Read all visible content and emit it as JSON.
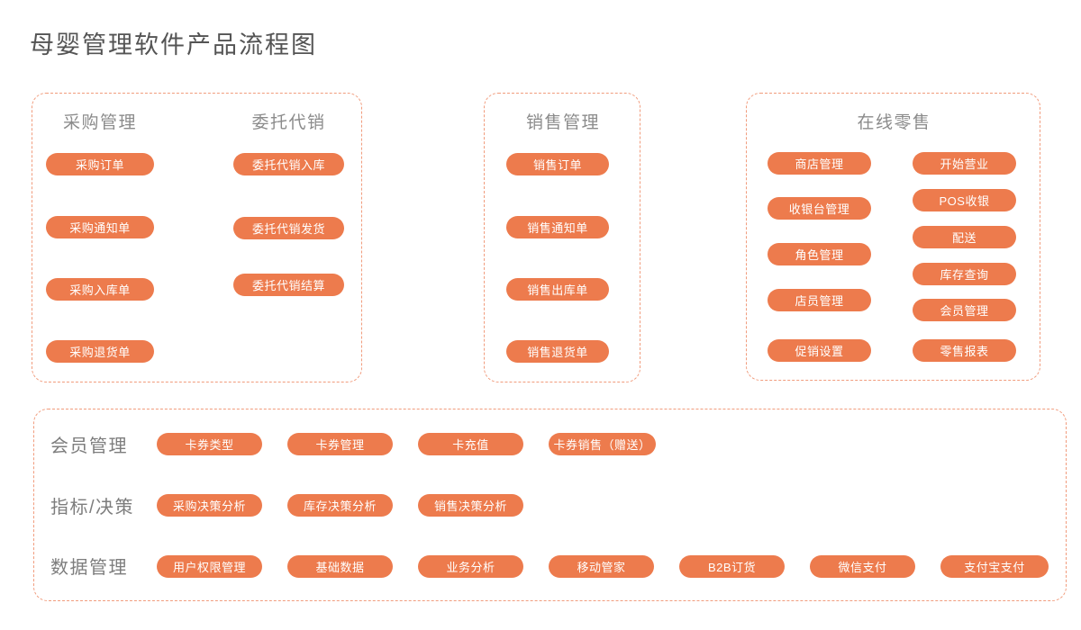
{
  "title": "母婴管理软件产品流程图",
  "colors": {
    "pill_fill": "#ed7b4d",
    "pill_text": "#ffffff",
    "dashed_border": "#f19c7d",
    "section_header_text": "#8b8b8b",
    "title_text": "#545454"
  },
  "boxes": {
    "purchase_consign": {
      "columns": [
        {
          "header": "采购管理",
          "pills": [
            "采购订单",
            "采购通知单",
            "采购入库单",
            "采购退货单"
          ]
        },
        {
          "header": "委托代销",
          "pills": [
            "委托代销入库",
            "委托代销发货",
            "委托代销结算"
          ]
        }
      ]
    },
    "sales": {
      "header": "销售管理",
      "pills": [
        "销售订单",
        "销售通知单",
        "销售出库单",
        "销售退货单"
      ]
    },
    "online_retail": {
      "header": "在线零售",
      "columns": [
        {
          "pills": [
            "商店管理",
            "收银台管理",
            "角色管理",
            "店员管理",
            "促销设置"
          ]
        },
        {
          "pills": [
            "开始营业",
            "POS收银",
            "配送",
            "库存查询",
            "会员管理",
            "零售报表"
          ]
        }
      ]
    },
    "bottom": {
      "rows": [
        {
          "label": "会员管理",
          "pills": [
            "卡券类型",
            "卡券管理",
            "卡充值",
            "卡券销售（赠送）"
          ]
        },
        {
          "label": "指标/决策",
          "pills": [
            "采购决策分析",
            "库存决策分析",
            "销售决策分析"
          ]
        },
        {
          "label": "数据管理",
          "pills": [
            "用户权限管理",
            "基础数据",
            "业务分析",
            "移动管家",
            "B2B订货",
            "微信支付",
            "支付宝支付"
          ]
        }
      ]
    }
  }
}
